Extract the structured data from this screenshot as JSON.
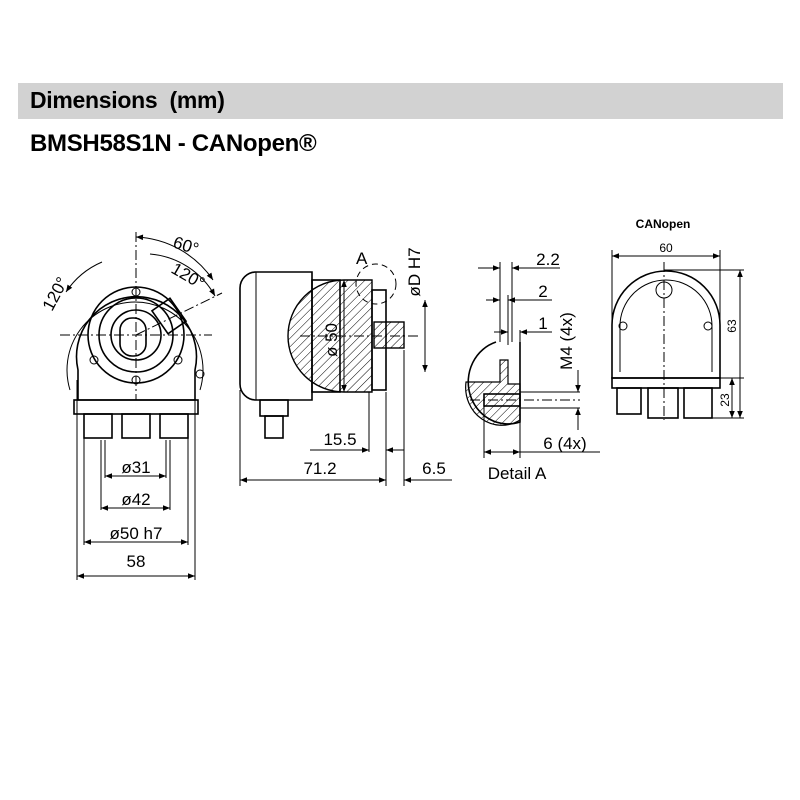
{
  "header": {
    "title": "Dimensions  (mm)"
  },
  "model": {
    "title": "BMSH58S1N - CANopen®"
  },
  "front_view": {
    "angle_60": "60°",
    "angle_120_right": "120°",
    "angle_120_left": "120°",
    "dim_31": "ø31",
    "dim_42": "ø42",
    "dim_50": "ø50  h7",
    "dim_58": "58"
  },
  "side_view": {
    "dim_50": "ø 50",
    "dim_d": "øD  H7",
    "detail_marker": "A",
    "dim_15_5": "15.5",
    "dim_71_2": "71.2",
    "dim_6_5": "6.5"
  },
  "detail_view": {
    "dim_2_2": "2.2",
    "dim_2": "2",
    "dim_1": "1",
    "dim_m4": "M4 (4x)",
    "dim_6": "6 (4x)",
    "caption": "Detail A"
  },
  "canopen_view": {
    "title": "CANopen",
    "dim_60": "60",
    "dim_63": "63",
    "dim_23": "23"
  }
}
